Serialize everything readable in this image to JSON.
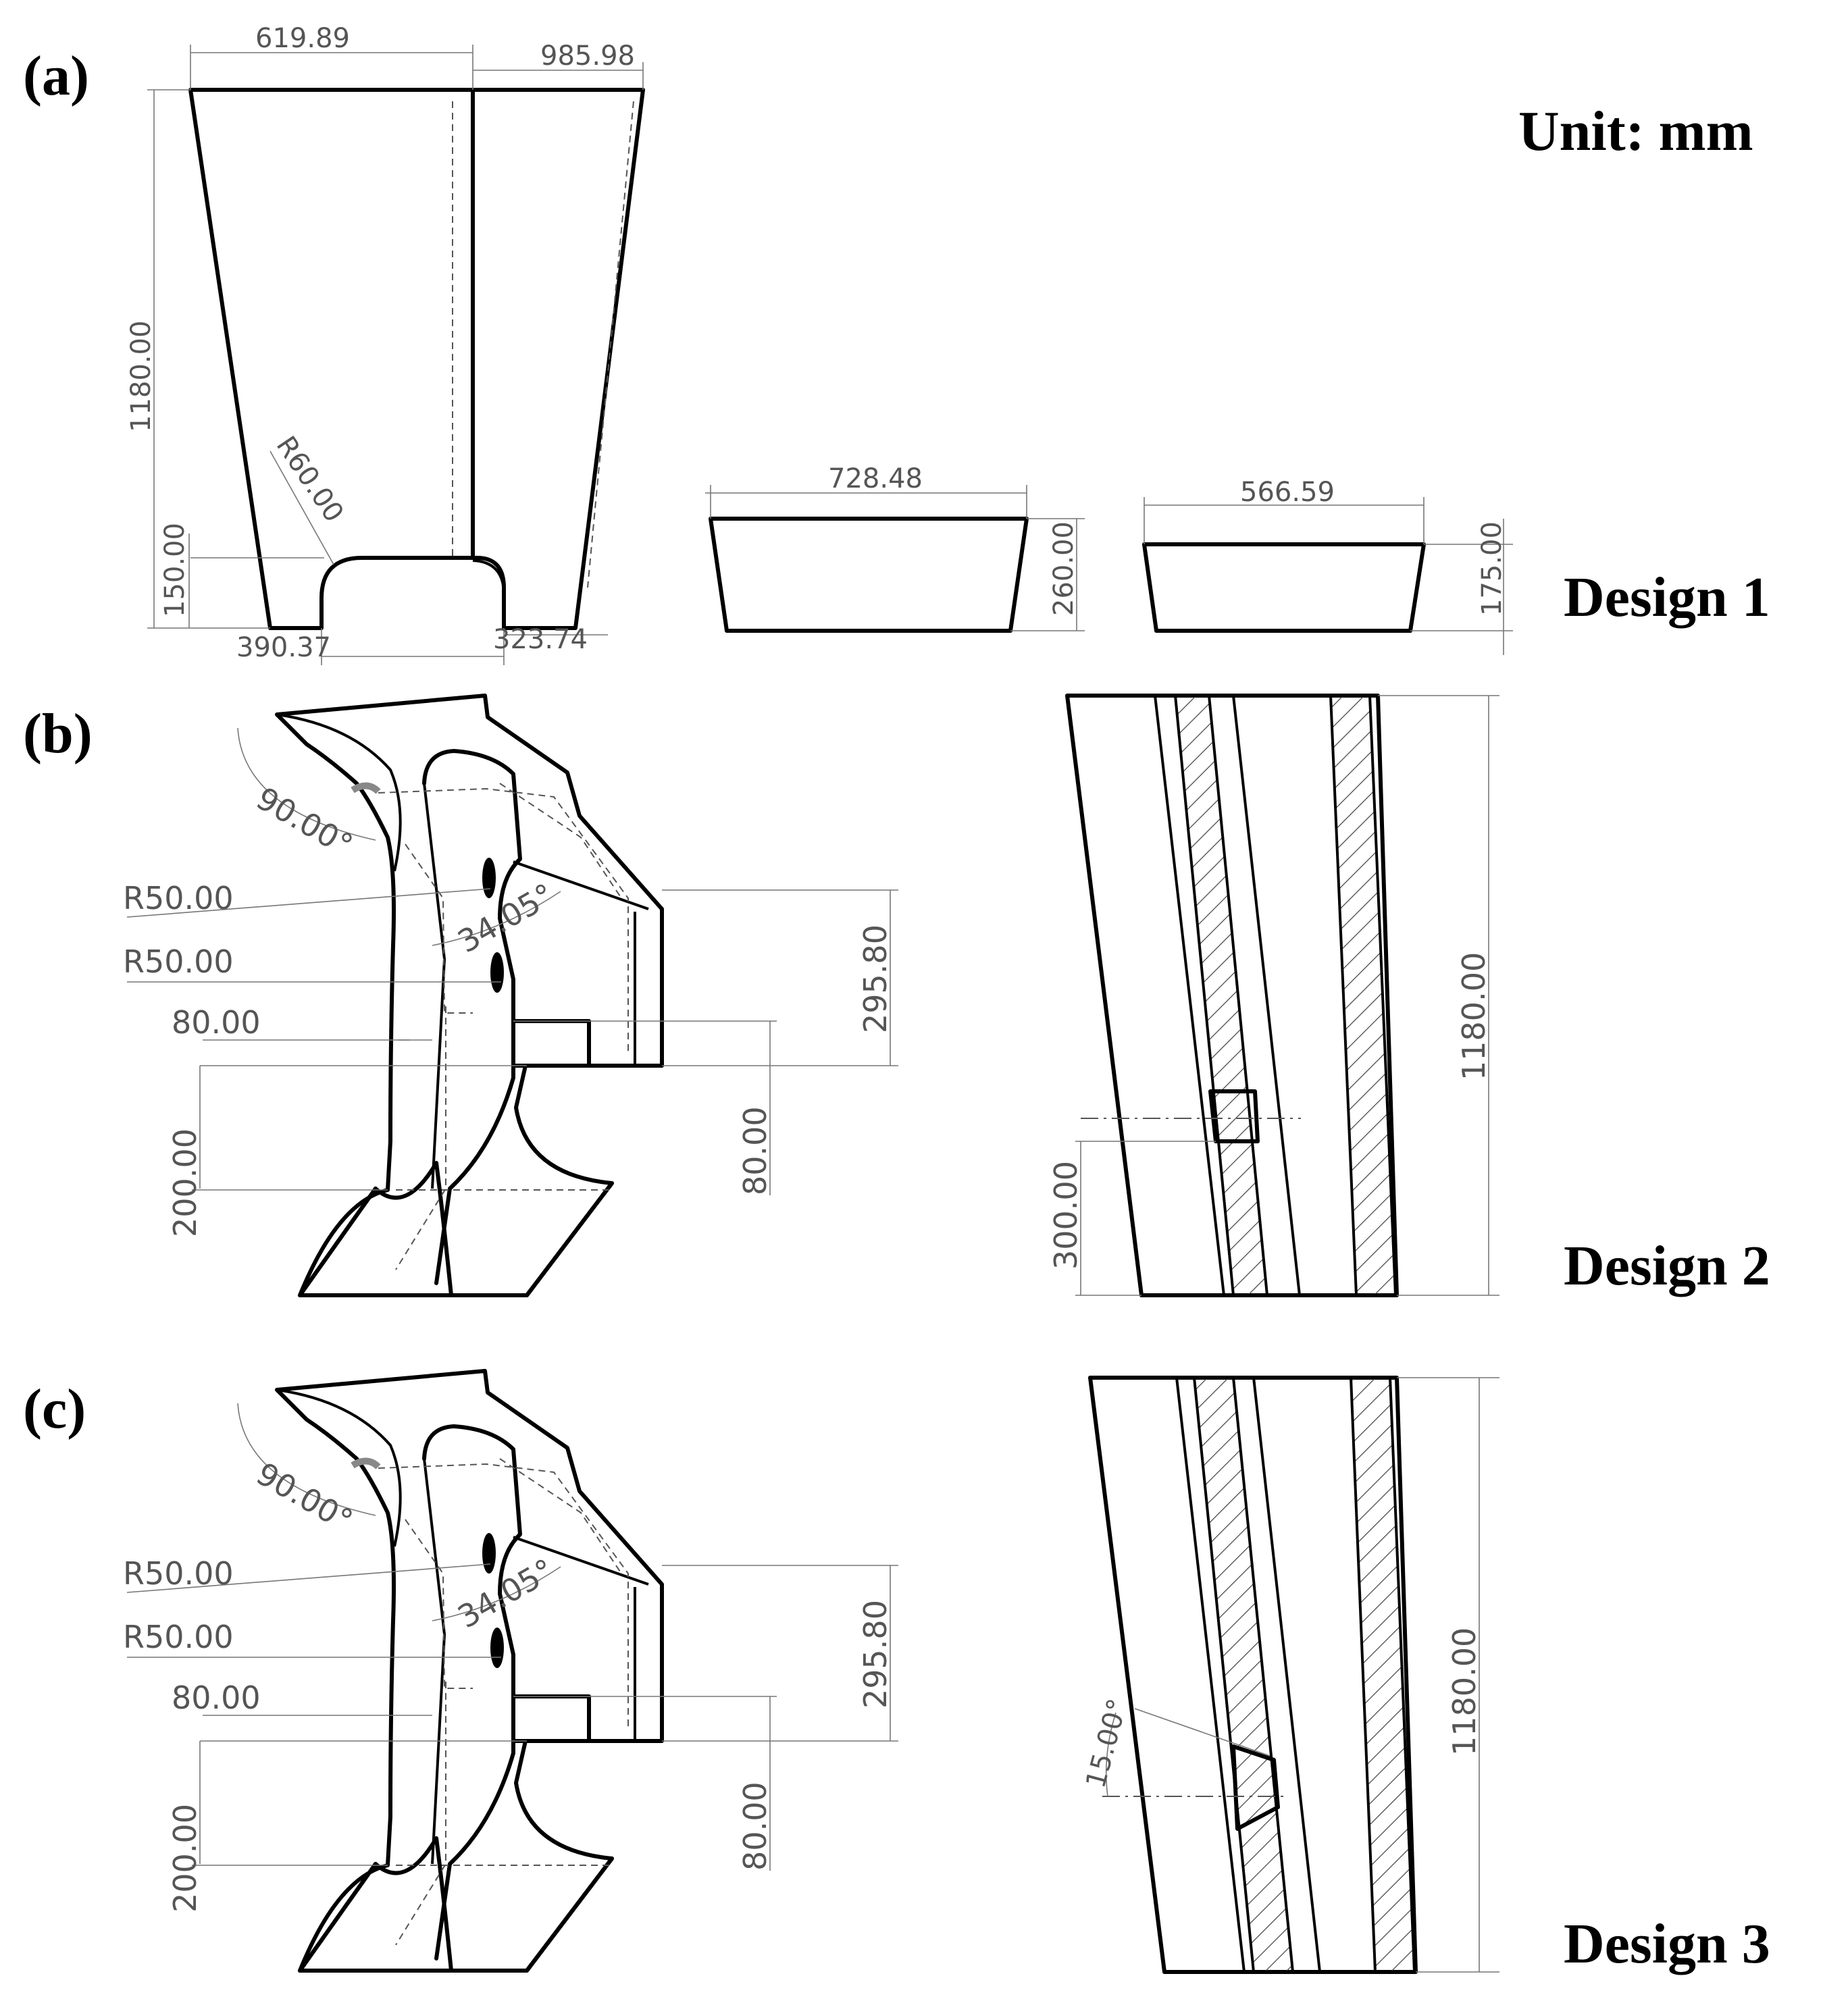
{
  "unit_label": "Unit: mm",
  "panels": {
    "a": {
      "label": "(a)",
      "design": "Design 1",
      "dims": {
        "top_left_width": "619.89",
        "top_right_width": "985.98",
        "height": "1180.00",
        "fillet_radius": "R60.00",
        "notch_height": "150.00",
        "bottom_left_width": "390.37",
        "bottom_right_width": "323.74",
        "block1_width": "728.48",
        "block1_height": "260.00",
        "block2_width": "566.59",
        "block2_height": "175.00"
      }
    },
    "b": {
      "label": "(b)",
      "design": "Design 2",
      "dims": {
        "angle_right": "90.00°",
        "hole_radius_1": "R50.00",
        "hole_radius_2": "R50.00",
        "angle_inner": "34.05°",
        "step_width": "80.00",
        "step_height": "80.00",
        "lower_height": "200.00",
        "upper_height": "295.80",
        "section_height": "1180.00",
        "joint_height": "300.00"
      }
    },
    "c": {
      "label": "(c)",
      "design": "Design 3",
      "dims": {
        "angle_right": "90.00°",
        "hole_radius_1": "R50.00",
        "hole_radius_2": "R50.00",
        "angle_inner": "34.05°",
        "step_width": "80.00",
        "step_height": "80.00",
        "lower_height": "200.00",
        "upper_height": "295.80",
        "section_height": "1180.00",
        "joint_angle": "15.00°"
      }
    }
  }
}
